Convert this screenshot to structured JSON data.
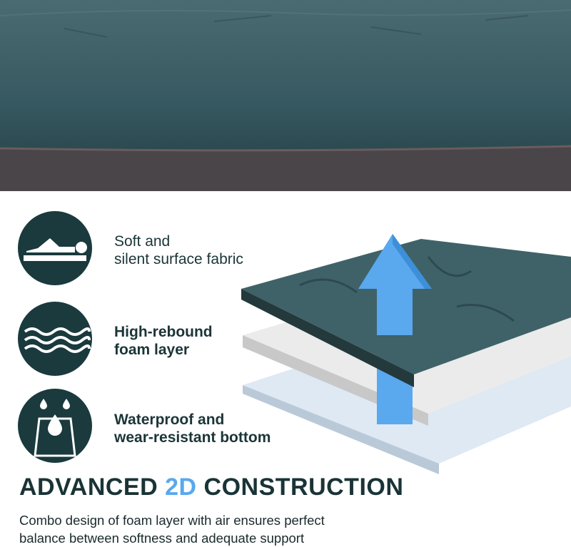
{
  "features": [
    {
      "icon": "person-lying-on-mat-icon",
      "line1": "Soft and",
      "line2": "silent surface fabric"
    },
    {
      "icon": "foam-waves-icon",
      "line1": "High-rebound",
      "line2": "foam layer"
    },
    {
      "icon": "water-drops-icon",
      "line1": "Waterproof and",
      "line2": "wear-resistant bottom"
    }
  ],
  "heading": {
    "part1": "ADVANCED ",
    "accent": "2D",
    "part2": " CONSTRUCTION"
  },
  "description": {
    "line1": "Combo design of foam layer with air ensures perfect",
    "line2": "balance between softness and adequate support"
  },
  "colors": {
    "icon_bg": "#1a3a3d",
    "accent": "#5aa8ee",
    "fabric": "#3b5c62",
    "base": "#4a4548"
  }
}
